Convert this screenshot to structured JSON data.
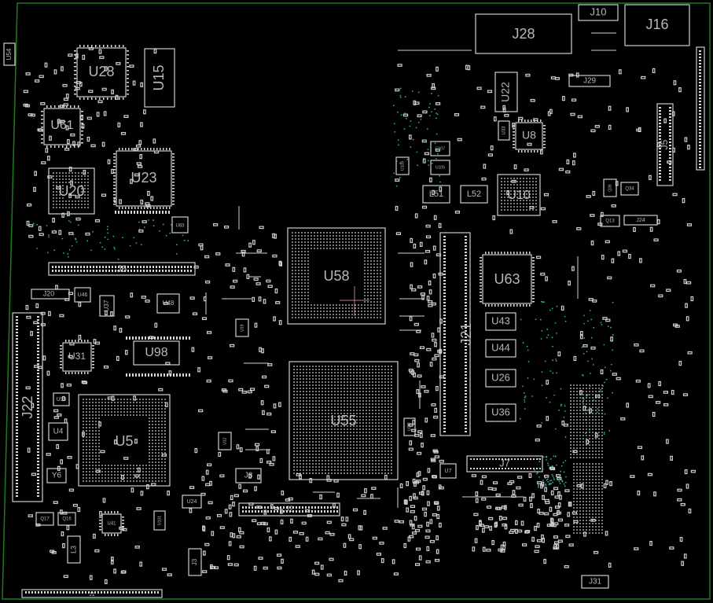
{
  "viewer": {
    "title": "",
    "colors": {
      "background": "#000000",
      "board_outline": "#1f7a1f",
      "silkscreen": "#cfcfcf",
      "label": "#b8b8b8",
      "via": "#2bb39a"
    }
  },
  "components": {
    "u54": "U54",
    "u28": "U28",
    "u15": "U15",
    "u61": "U61",
    "u23": "U23",
    "u20": "U20",
    "j6": "J6",
    "j20": "J20",
    "u46": "U46",
    "u37": "U37",
    "u48": "U48",
    "u31": "U31",
    "u98": "U98",
    "j22": "J22",
    "u99": "U99",
    "u4": "U4",
    "u5": "U5",
    "y6": "Y6",
    "q17": "Q17",
    "q16": "Q16",
    "u41": "U41",
    "u24": "U24",
    "l3": "L3",
    "j3": "J3",
    "j8": "J8",
    "j2": "J2",
    "u58": "U58",
    "u55": "U55",
    "j10": "J10",
    "j16": "J16",
    "j28": "J28",
    "u22": "U22",
    "j29": "J29",
    "u8": "U8",
    "u33": "U33",
    "j5": "J5",
    "u10": "U10",
    "l51": "L51",
    "l52": "L52",
    "u107": "U107",
    "u105": "U105",
    "u63": "U63",
    "j21": "J21",
    "u43": "U43",
    "u44": "U44",
    "u26": "U26",
    "u36": "U36",
    "j7": "J7",
    "u7": "U7",
    "q13": "Q13",
    "j24": "J24",
    "q34": "Q34",
    "q36": "Q36",
    "j31": "J31",
    "u30": "U30",
    "u83": "U83",
    "u101": "U101",
    "j1": "J1",
    "j25": "J25",
    "u12": "U12",
    "u19": "U19",
    "u106": "U106",
    "u108": "U108"
  }
}
